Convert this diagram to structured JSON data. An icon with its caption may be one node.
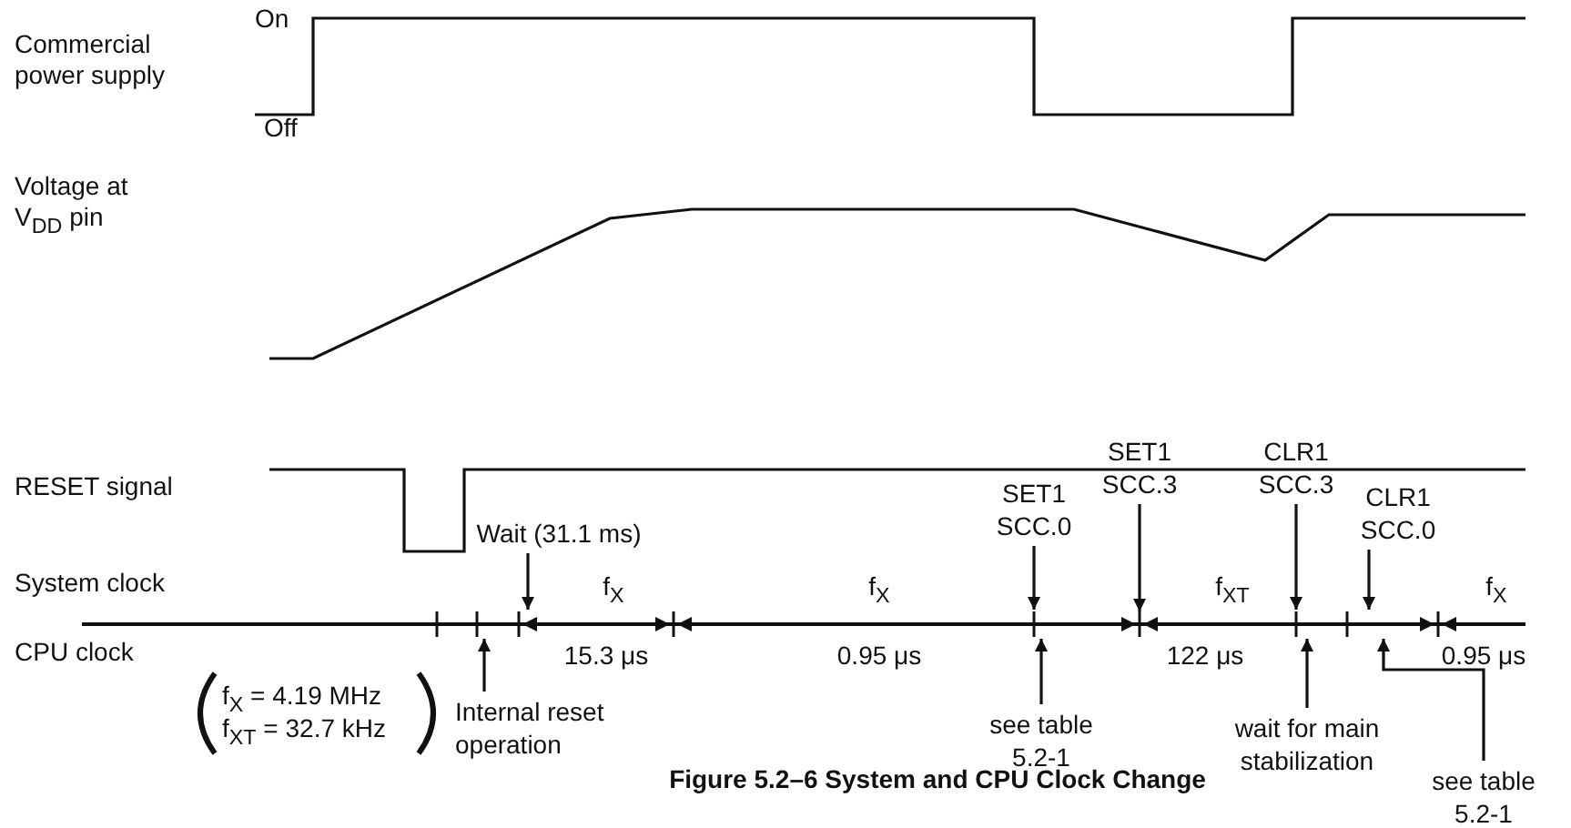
{
  "diagram": {
    "caption": "Figure 5.2–6 System and CPU Clock Change",
    "nodes": [
      {
        "text": [
          "Wait (31.1 ms)"
        ]
      },
      {
        "text": [
          "SET1 SCC.0"
        ]
      },
      {
        "text": [
          "SET1 SCC.3"
        ]
      },
      {
        "text": [
          "CLR1 SCC.3"
        ]
      },
      {
        "text": [
          "CLR1 SCC.0"
        ]
      },
      {
        "text": [
          "Internal reset operation"
        ]
      },
      {
        "text": [
          "see table 5.2-1"
        ]
      },
      {
        "text": [
          "wait for main stabilization"
        ]
      },
      {
        "text": [
          "see table 5.2-1"
        ]
      }
    ],
    "edges": [
      {
        "from": 0,
        "to": null,
        "arrow": "to"
      },
      {
        "from": 1,
        "to": null,
        "arrow": "to"
      },
      {
        "from": 2,
        "to": null,
        "arrow": "to"
      },
      {
        "from": 3,
        "to": null,
        "arrow": "to"
      },
      {
        "from": 4,
        "to": null,
        "arrow": "to"
      },
      {
        "from": 5,
        "to": null,
        "arrow": "to"
      },
      {
        "from": 6,
        "to": null,
        "arrow": "to"
      },
      {
        "from": 7,
        "to": null,
        "arrow": "to"
      },
      {
        "from": 8,
        "to": null,
        "arrow": "to"
      }
    ],
    "labels": [
      "On",
      "Commercial power supply",
      "Off",
      "Voltage at V$_{DD}$ pin",
      "RESET signal",
      "System clock",
      "f$_{X}$",
      "f$_{X}$",
      "f$_{XT}$",
      "f$_{X}$",
      "CPU clock",
      "15.3 μs",
      "0.95 μs",
      "122 μs",
      "0.95 μs",
      "f$_{X}$ = 4.19 MHz",
      "f$_{XT}$ = 32.7 kHz"
    ]
  }
}
